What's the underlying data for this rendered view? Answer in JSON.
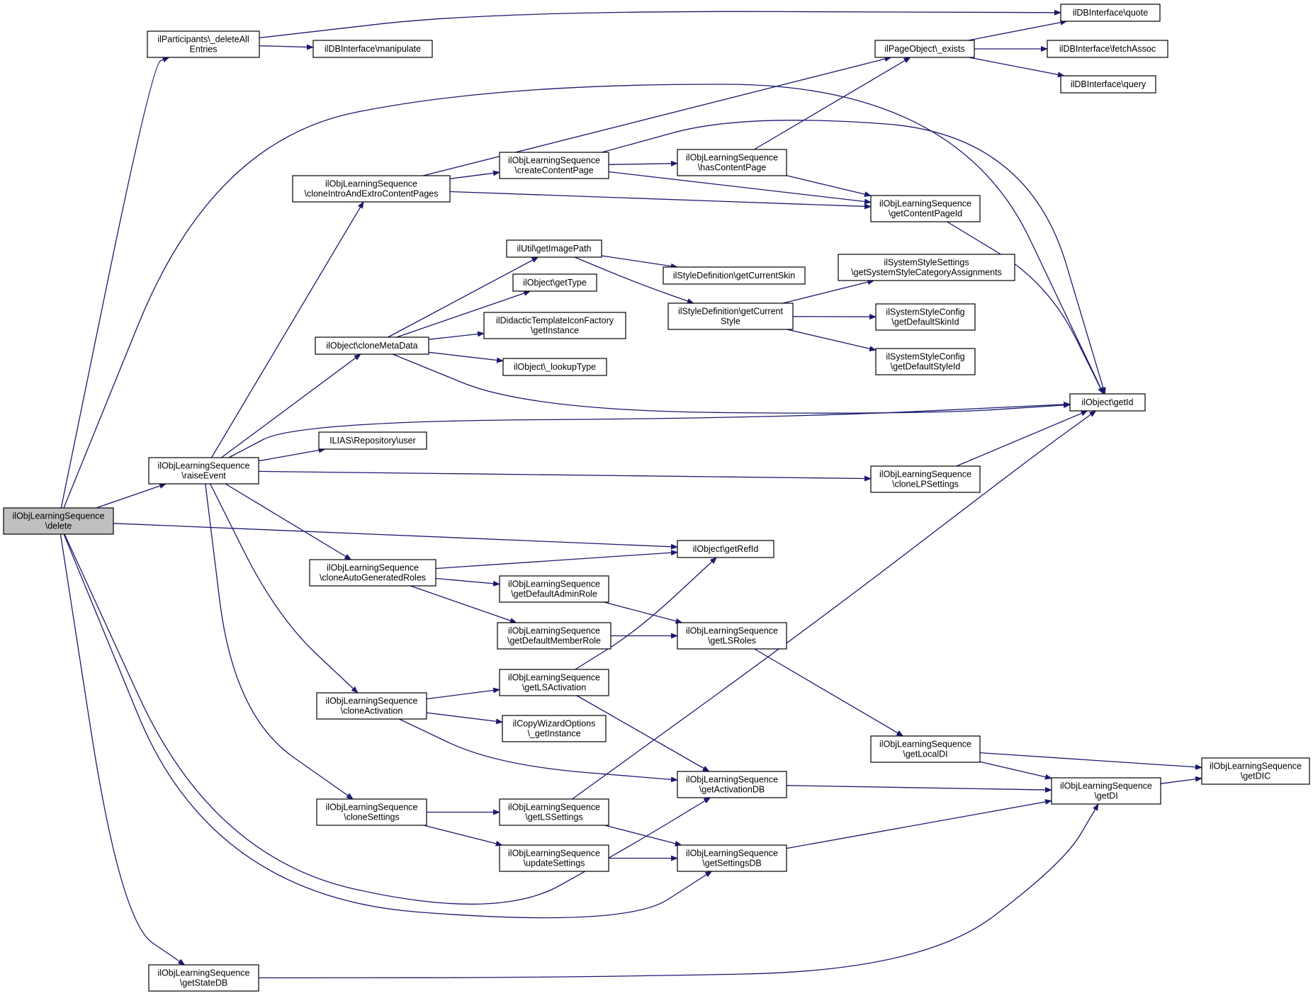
{
  "colors": {
    "edge": "#191970",
    "root_fill": "#bfbfbf",
    "node_fill": "#ffffff",
    "node_stroke": "#000000"
  },
  "nodes": [
    {
      "id": "delete",
      "lines": [
        "ilObjLearningSequence",
        "\\delete"
      ],
      "root": true
    },
    {
      "id": "deleteAll",
      "lines": [
        "ilParticipants\\_deleteAll",
        "Entries"
      ]
    },
    {
      "id": "manipulate",
      "lines": [
        "ilDBInterface\\manipulate"
      ]
    },
    {
      "id": "quote",
      "lines": [
        "ilDBInterface\\quote"
      ]
    },
    {
      "id": "fetchAssoc",
      "lines": [
        "ilDBInterface\\fetchAssoc"
      ]
    },
    {
      "id": "query",
      "lines": [
        "ilDBInterface\\query"
      ]
    },
    {
      "id": "exists",
      "lines": [
        "ilPageObject\\_exists"
      ]
    },
    {
      "id": "cloneIntro",
      "lines": [
        "ilObjLearningSequence",
        "\\cloneIntroAndExtroContentPages"
      ]
    },
    {
      "id": "createContentPage",
      "lines": [
        "ilObjLearningSequence",
        "\\createContentPage"
      ]
    },
    {
      "id": "hasContentPage",
      "lines": [
        "ilObjLearningSequence",
        "\\hasContentPage"
      ]
    },
    {
      "id": "getContentPageId",
      "lines": [
        "ilObjLearningSequence",
        "\\getContentPageId"
      ]
    },
    {
      "id": "getImagePath",
      "lines": [
        "ilUtil\\getImagePath"
      ]
    },
    {
      "id": "getCurrentSkin",
      "lines": [
        "ilStyleDefinition\\getCurrentSkin"
      ]
    },
    {
      "id": "getCurrentStyle",
      "lines": [
        "ilStyleDefinition\\getCurrent",
        "Style"
      ]
    },
    {
      "id": "getSysStyleCat",
      "lines": [
        "ilSystemStyleSettings",
        "\\getSystemStyleCategoryAssignments"
      ]
    },
    {
      "id": "getDefaultSkinId",
      "lines": [
        "ilSystemStyleConfig",
        "\\getDefaultSkinId"
      ]
    },
    {
      "id": "getDefaultStyleId",
      "lines": [
        "ilSystemStyleConfig",
        "\\getDefaultStyleId"
      ]
    },
    {
      "id": "getType",
      "lines": [
        "ilObject\\getType"
      ]
    },
    {
      "id": "didactic",
      "lines": [
        "ilDidacticTemplateIconFactory",
        "\\getInstance"
      ]
    },
    {
      "id": "cloneMetaData",
      "lines": [
        "ilObject\\cloneMetaData"
      ]
    },
    {
      "id": "lookupType",
      "lines": [
        "ilObject\\_lookupType"
      ]
    },
    {
      "id": "getId",
      "lines": [
        "ilObject\\getId"
      ]
    },
    {
      "id": "raiseEvent",
      "lines": [
        "ilObjLearningSequence",
        "\\raiseEvent"
      ]
    },
    {
      "id": "user",
      "lines": [
        "ILIAS\\Repository\\user"
      ]
    },
    {
      "id": "cloneLPSettings",
      "lines": [
        "ilObjLearningSequence",
        "\\cloneLPSettings"
      ]
    },
    {
      "id": "getRefId",
      "lines": [
        "ilObject\\getRefId"
      ]
    },
    {
      "id": "cloneAutoRoles",
      "lines": [
        "ilObjLearningSequence",
        "\\cloneAutoGeneratedRoles"
      ]
    },
    {
      "id": "getDefaultAdminRole",
      "lines": [
        "ilObjLearningSequence",
        "\\getDefaultAdminRole"
      ]
    },
    {
      "id": "getDefaultMemberRole",
      "lines": [
        "ilObjLearningSequence",
        "\\getDefaultMemberRole"
      ]
    },
    {
      "id": "getLSRoles",
      "lines": [
        "ilObjLearningSequence",
        "\\getLSRoles"
      ]
    },
    {
      "id": "cloneActivation",
      "lines": [
        "ilObjLearningSequence",
        "\\cloneActivation"
      ]
    },
    {
      "id": "getLSActivation",
      "lines": [
        "ilObjLearningSequence",
        "\\getLSActivation"
      ]
    },
    {
      "id": "copyWizard",
      "lines": [
        "ilCopyWizardOptions",
        "\\_getInstance"
      ]
    },
    {
      "id": "getLocalDI",
      "lines": [
        "ilObjLearningSequence",
        "\\getLocalDI"
      ]
    },
    {
      "id": "getDIC",
      "lines": [
        "ilObjLearningSequence",
        "\\getDIC"
      ]
    },
    {
      "id": "getDI",
      "lines": [
        "ilObjLearningSequence",
        "\\getDI"
      ]
    },
    {
      "id": "getActivationDB",
      "lines": [
        "ilObjLearningSequence",
        "\\getActivationDB"
      ]
    },
    {
      "id": "cloneSettings",
      "lines": [
        "ilObjLearningSequence",
        "\\cloneSettings"
      ]
    },
    {
      "id": "getLSSettings",
      "lines": [
        "ilObjLearningSequence",
        "\\getLSSettings"
      ]
    },
    {
      "id": "updateSettings",
      "lines": [
        "ilObjLearningSequence",
        "\\updateSettings"
      ]
    },
    {
      "id": "getSettingsDB",
      "lines": [
        "ilObjLearningSequence",
        "\\getSettingsDB"
      ]
    },
    {
      "id": "getStateDB",
      "lines": [
        "ilObjLearningSequence",
        "\\getStateDB"
      ]
    }
  ],
  "edges": [
    [
      "delete",
      "deleteAll"
    ],
    [
      "delete",
      "getId"
    ],
    [
      "delete",
      "raiseEvent"
    ],
    [
      "delete",
      "getRefId"
    ],
    [
      "delete",
      "getActivationDB"
    ],
    [
      "delete",
      "getSettingsDB"
    ],
    [
      "delete",
      "getStateDB"
    ],
    [
      "deleteAll",
      "quote"
    ],
    [
      "deleteAll",
      "manipulate"
    ],
    [
      "exists",
      "quote"
    ],
    [
      "exists",
      "fetchAssoc"
    ],
    [
      "exists",
      "query"
    ],
    [
      "cloneIntro",
      "exists"
    ],
    [
      "cloneIntro",
      "createContentPage"
    ],
    [
      "cloneIntro",
      "getContentPageId"
    ],
    [
      "createContentPage",
      "getId"
    ],
    [
      "createContentPage",
      "hasContentPage"
    ],
    [
      "createContentPage",
      "getContentPageId"
    ],
    [
      "hasContentPage",
      "exists"
    ],
    [
      "hasContentPage",
      "getContentPageId"
    ],
    [
      "getContentPageId",
      "getId"
    ],
    [
      "getImagePath",
      "getCurrentSkin"
    ],
    [
      "getImagePath",
      "getCurrentStyle"
    ],
    [
      "getCurrentStyle",
      "getSysStyleCat"
    ],
    [
      "getCurrentStyle",
      "getDefaultSkinId"
    ],
    [
      "getCurrentStyle",
      "getDefaultStyleId"
    ],
    [
      "cloneMetaData",
      "getImagePath"
    ],
    [
      "cloneMetaData",
      "getType"
    ],
    [
      "cloneMetaData",
      "didactic"
    ],
    [
      "cloneMetaData",
      "lookupType"
    ],
    [
      "cloneMetaData",
      "getId"
    ],
    [
      "raiseEvent",
      "cloneIntro"
    ],
    [
      "raiseEvent",
      "cloneMetaData"
    ],
    [
      "raiseEvent",
      "getId"
    ],
    [
      "raiseEvent",
      "user"
    ],
    [
      "raiseEvent",
      "cloneLPSettings"
    ],
    [
      "raiseEvent",
      "cloneAutoRoles"
    ],
    [
      "raiseEvent",
      "cloneActivation"
    ],
    [
      "raiseEvent",
      "cloneSettings"
    ],
    [
      "cloneLPSettings",
      "getId"
    ],
    [
      "cloneAutoRoles",
      "getRefId"
    ],
    [
      "cloneAutoRoles",
      "getDefaultAdminRole"
    ],
    [
      "cloneAutoRoles",
      "getDefaultMemberRole"
    ],
    [
      "getDefaultAdminRole",
      "getLSRoles"
    ],
    [
      "getDefaultMemberRole",
      "getLSRoles"
    ],
    [
      "getLSRoles",
      "getLocalDI"
    ],
    [
      "cloneActivation",
      "getLSActivation"
    ],
    [
      "cloneActivation",
      "copyWizard"
    ],
    [
      "cloneActivation",
      "getActivationDB"
    ],
    [
      "getLSActivation",
      "getRefId"
    ],
    [
      "getLSActivation",
      "getActivationDB"
    ],
    [
      "getLocalDI",
      "getDIC"
    ],
    [
      "getLocalDI",
      "getDI"
    ],
    [
      "getDI",
      "getDIC"
    ],
    [
      "getActivationDB",
      "getDI"
    ],
    [
      "cloneSettings",
      "getLSSettings"
    ],
    [
      "cloneSettings",
      "updateSettings"
    ],
    [
      "getLSSettings",
      "getId"
    ],
    [
      "getLSSettings",
      "getSettingsDB"
    ],
    [
      "updateSettings",
      "getSettingsDB"
    ],
    [
      "getSettingsDB",
      "getDI"
    ],
    [
      "getStateDB",
      "getDI"
    ]
  ]
}
